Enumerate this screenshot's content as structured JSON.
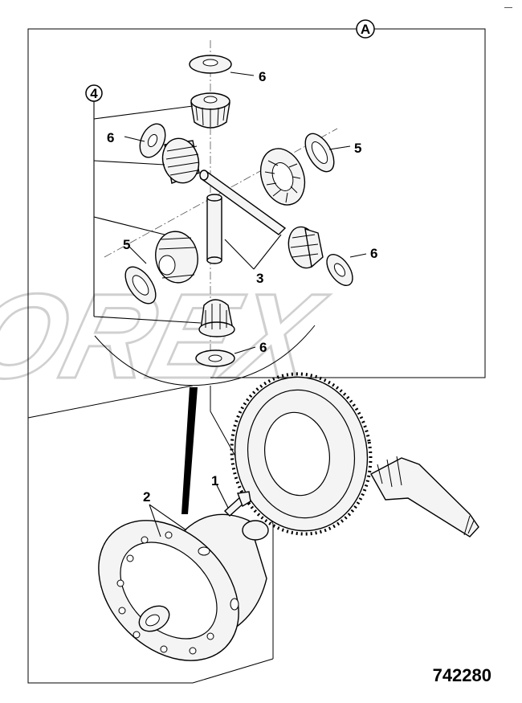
{
  "watermark": {
    "text": "OREX"
  },
  "detail": {
    "marker": "A"
  },
  "callouts": {
    "item_1": "1",
    "item_2": "2",
    "item_3": "3",
    "item_4": "4",
    "item_5": "5",
    "item_6": "6"
  },
  "figure_number": "742280",
  "corner_mark": "—"
}
